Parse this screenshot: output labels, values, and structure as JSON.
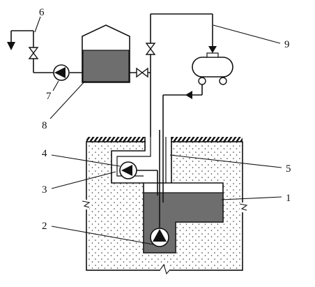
{
  "figure": {
    "callouts": [
      {
        "id": "1",
        "text": "1"
      },
      {
        "id": "2",
        "text": "2"
      },
      {
        "id": "3",
        "text": "3"
      },
      {
        "id": "4",
        "text": "4"
      },
      {
        "id": "5",
        "text": "5"
      },
      {
        "id": "6",
        "text": "6"
      },
      {
        "id": "7",
        "text": "7"
      },
      {
        "id": "8",
        "text": "8"
      },
      {
        "id": "9",
        "text": "9"
      }
    ]
  },
  "colors": {
    "ink": "#111111",
    "liquid": "#6e6e6e",
    "soil_fill": "#ffffff",
    "background": "#ffffff"
  }
}
